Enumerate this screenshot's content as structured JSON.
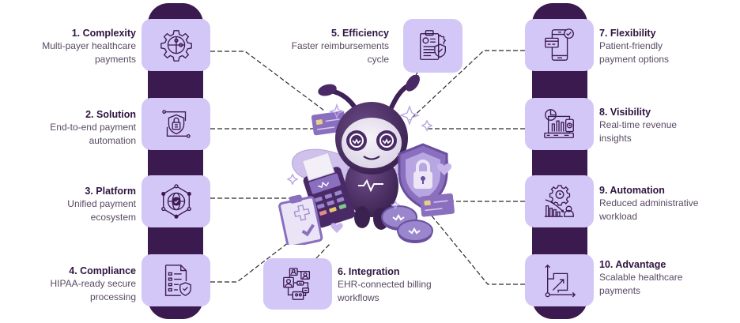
{
  "colors": {
    "pillar": "#3b1a4f",
    "card": "#d3c7f7",
    "icon_stroke": "#3b1a4f",
    "title_text": "#2f1540",
    "desc_text": "#5a4a63",
    "connector": "#2a2a2a"
  },
  "steps": [
    {
      "number": "1",
      "title": "1. Complexity",
      "desc_line1": "Multi-payer healthcare",
      "desc_line2": "payments",
      "icon": "gear-puzzle-icon"
    },
    {
      "number": "2",
      "title": "2. Solution",
      "desc_line1": "End-to-end payment",
      "desc_line2": "automation",
      "icon": "shield-lock-circuit-icon"
    },
    {
      "number": "3",
      "title": "3. Platform",
      "desc_line1": "Unified payment",
      "desc_line2": "ecosystem",
      "icon": "network-globe-icon"
    },
    {
      "number": "4",
      "title": "4. Compliance",
      "desc_line1": "HIPAA-ready secure",
      "desc_line2": "processing",
      "icon": "checklist-shield-icon"
    },
    {
      "number": "5",
      "title": "5. Efficiency",
      "desc_line1": "Faster reimbursements",
      "desc_line2": "cycle",
      "icon": "invoice-gear-shield-icon"
    },
    {
      "number": "6",
      "title": "6. Integration",
      "desc_line1": "EHR-connected billing",
      "desc_line2": "workflows",
      "icon": "connected-users-icon"
    },
    {
      "number": "7",
      "title": "7. Flexibility",
      "desc_line1": "Patient-friendly",
      "desc_line2": "payment options",
      "icon": "mobile-card-check-icon"
    },
    {
      "number": "8",
      "title": "8. Visibility",
      "desc_line1": "Real-time revenue",
      "desc_line2": "insights",
      "icon": "dashboard-chart-icon"
    },
    {
      "number": "9",
      "title": "9. Automation",
      "desc_line1": "Reduced administrative",
      "desc_line2": "workload",
      "icon": "gear-clock-chart-user-icon"
    },
    {
      "number": "10",
      "title": "10. Advantage",
      "desc_line1": "Scalable healthcare",
      "desc_line2": "payments",
      "icon": "growth-axes-icon"
    }
  ],
  "center": {
    "mascot": "bee-mascot-illustration",
    "mascot_props": [
      "credit-card",
      "payment-terminal",
      "shield-lock",
      "clipboard",
      "coins",
      "sparkles",
      "hearts"
    ]
  }
}
